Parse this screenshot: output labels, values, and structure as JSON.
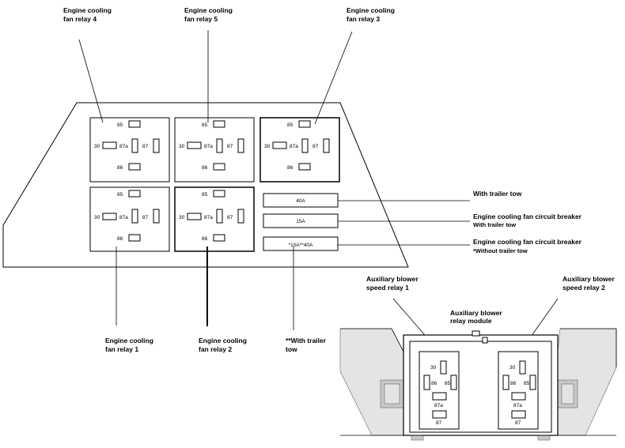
{
  "callouts": {
    "relay4": [
      "Engine cooling",
      "fan relay 4"
    ],
    "relay5": [
      "Engine cooling",
      "fan relay 5"
    ],
    "relay3": [
      "Engine cooling",
      "fan relay 3"
    ],
    "relay1": [
      "Engine cooling",
      "fan relay 1"
    ],
    "relay2": [
      "Engine cooling",
      "fan relay 2"
    ],
    "with_trailer_tow": [
      "**With trailer",
      "tow"
    ],
    "fuse1_note": "With trailer tow",
    "breaker_with": [
      "Engine cooling fan circuit breaker",
      "With trailer tow"
    ],
    "breaker_without": [
      "Engine cooling fan circuit breaker",
      "*Without trailer tow"
    ],
    "aux1": [
      "Auxiliary blower",
      "speed relay 1"
    ],
    "aux2": [
      "Auxiliary blower",
      "speed relay 2"
    ],
    "aux_module": [
      "Auxiliary blower",
      "relay module"
    ]
  },
  "relay_pins": {
    "p85": "85",
    "p30": "30",
    "p87a": "87a",
    "p87": "87",
    "p86": "86"
  },
  "fuses": {
    "f1": "40A",
    "f2": "15A",
    "f3": "*10A**40A"
  },
  "aux_pins": {
    "p30": "30",
    "p86": "86",
    "p85": "85",
    "p87a": "87a",
    "p87": "87"
  }
}
